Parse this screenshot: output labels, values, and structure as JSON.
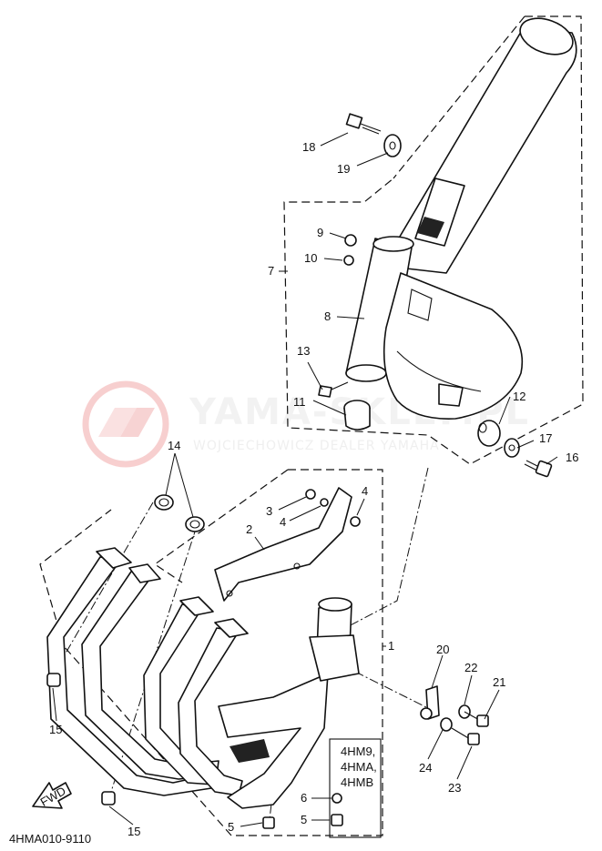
{
  "watermark": {
    "title": "YAMA-SKLEP.PL",
    "subtitle": "WOJCIECHOWICZ DEALER YAMAHA"
  },
  "callouts": {
    "c1": "1",
    "c2": "2",
    "c3": "3",
    "c4a": "4",
    "c4b": "4",
    "c5a": "5",
    "c5b": "5",
    "c6": "6",
    "c7": "7",
    "c8": "8",
    "c9": "9",
    "c10": "10",
    "c11": "11",
    "c12": "12",
    "c13": "13",
    "c14": "14",
    "c15a": "15",
    "c15b": "15",
    "c16": "16",
    "c17": "17",
    "c18": "18",
    "c19": "19",
    "c20": "20",
    "c21": "21",
    "c22": "22",
    "c23": "23",
    "c24": "24"
  },
  "model_note": [
    "4HM9,",
    "4HMA,",
    "4HMB"
  ],
  "fwd_label": "FWD",
  "diagram_code": "4HMA010-9110",
  "colors": {
    "line": "#111111",
    "watermark_logo": "#f2b8b8",
    "watermark_text": "#e6e6e6"
  }
}
